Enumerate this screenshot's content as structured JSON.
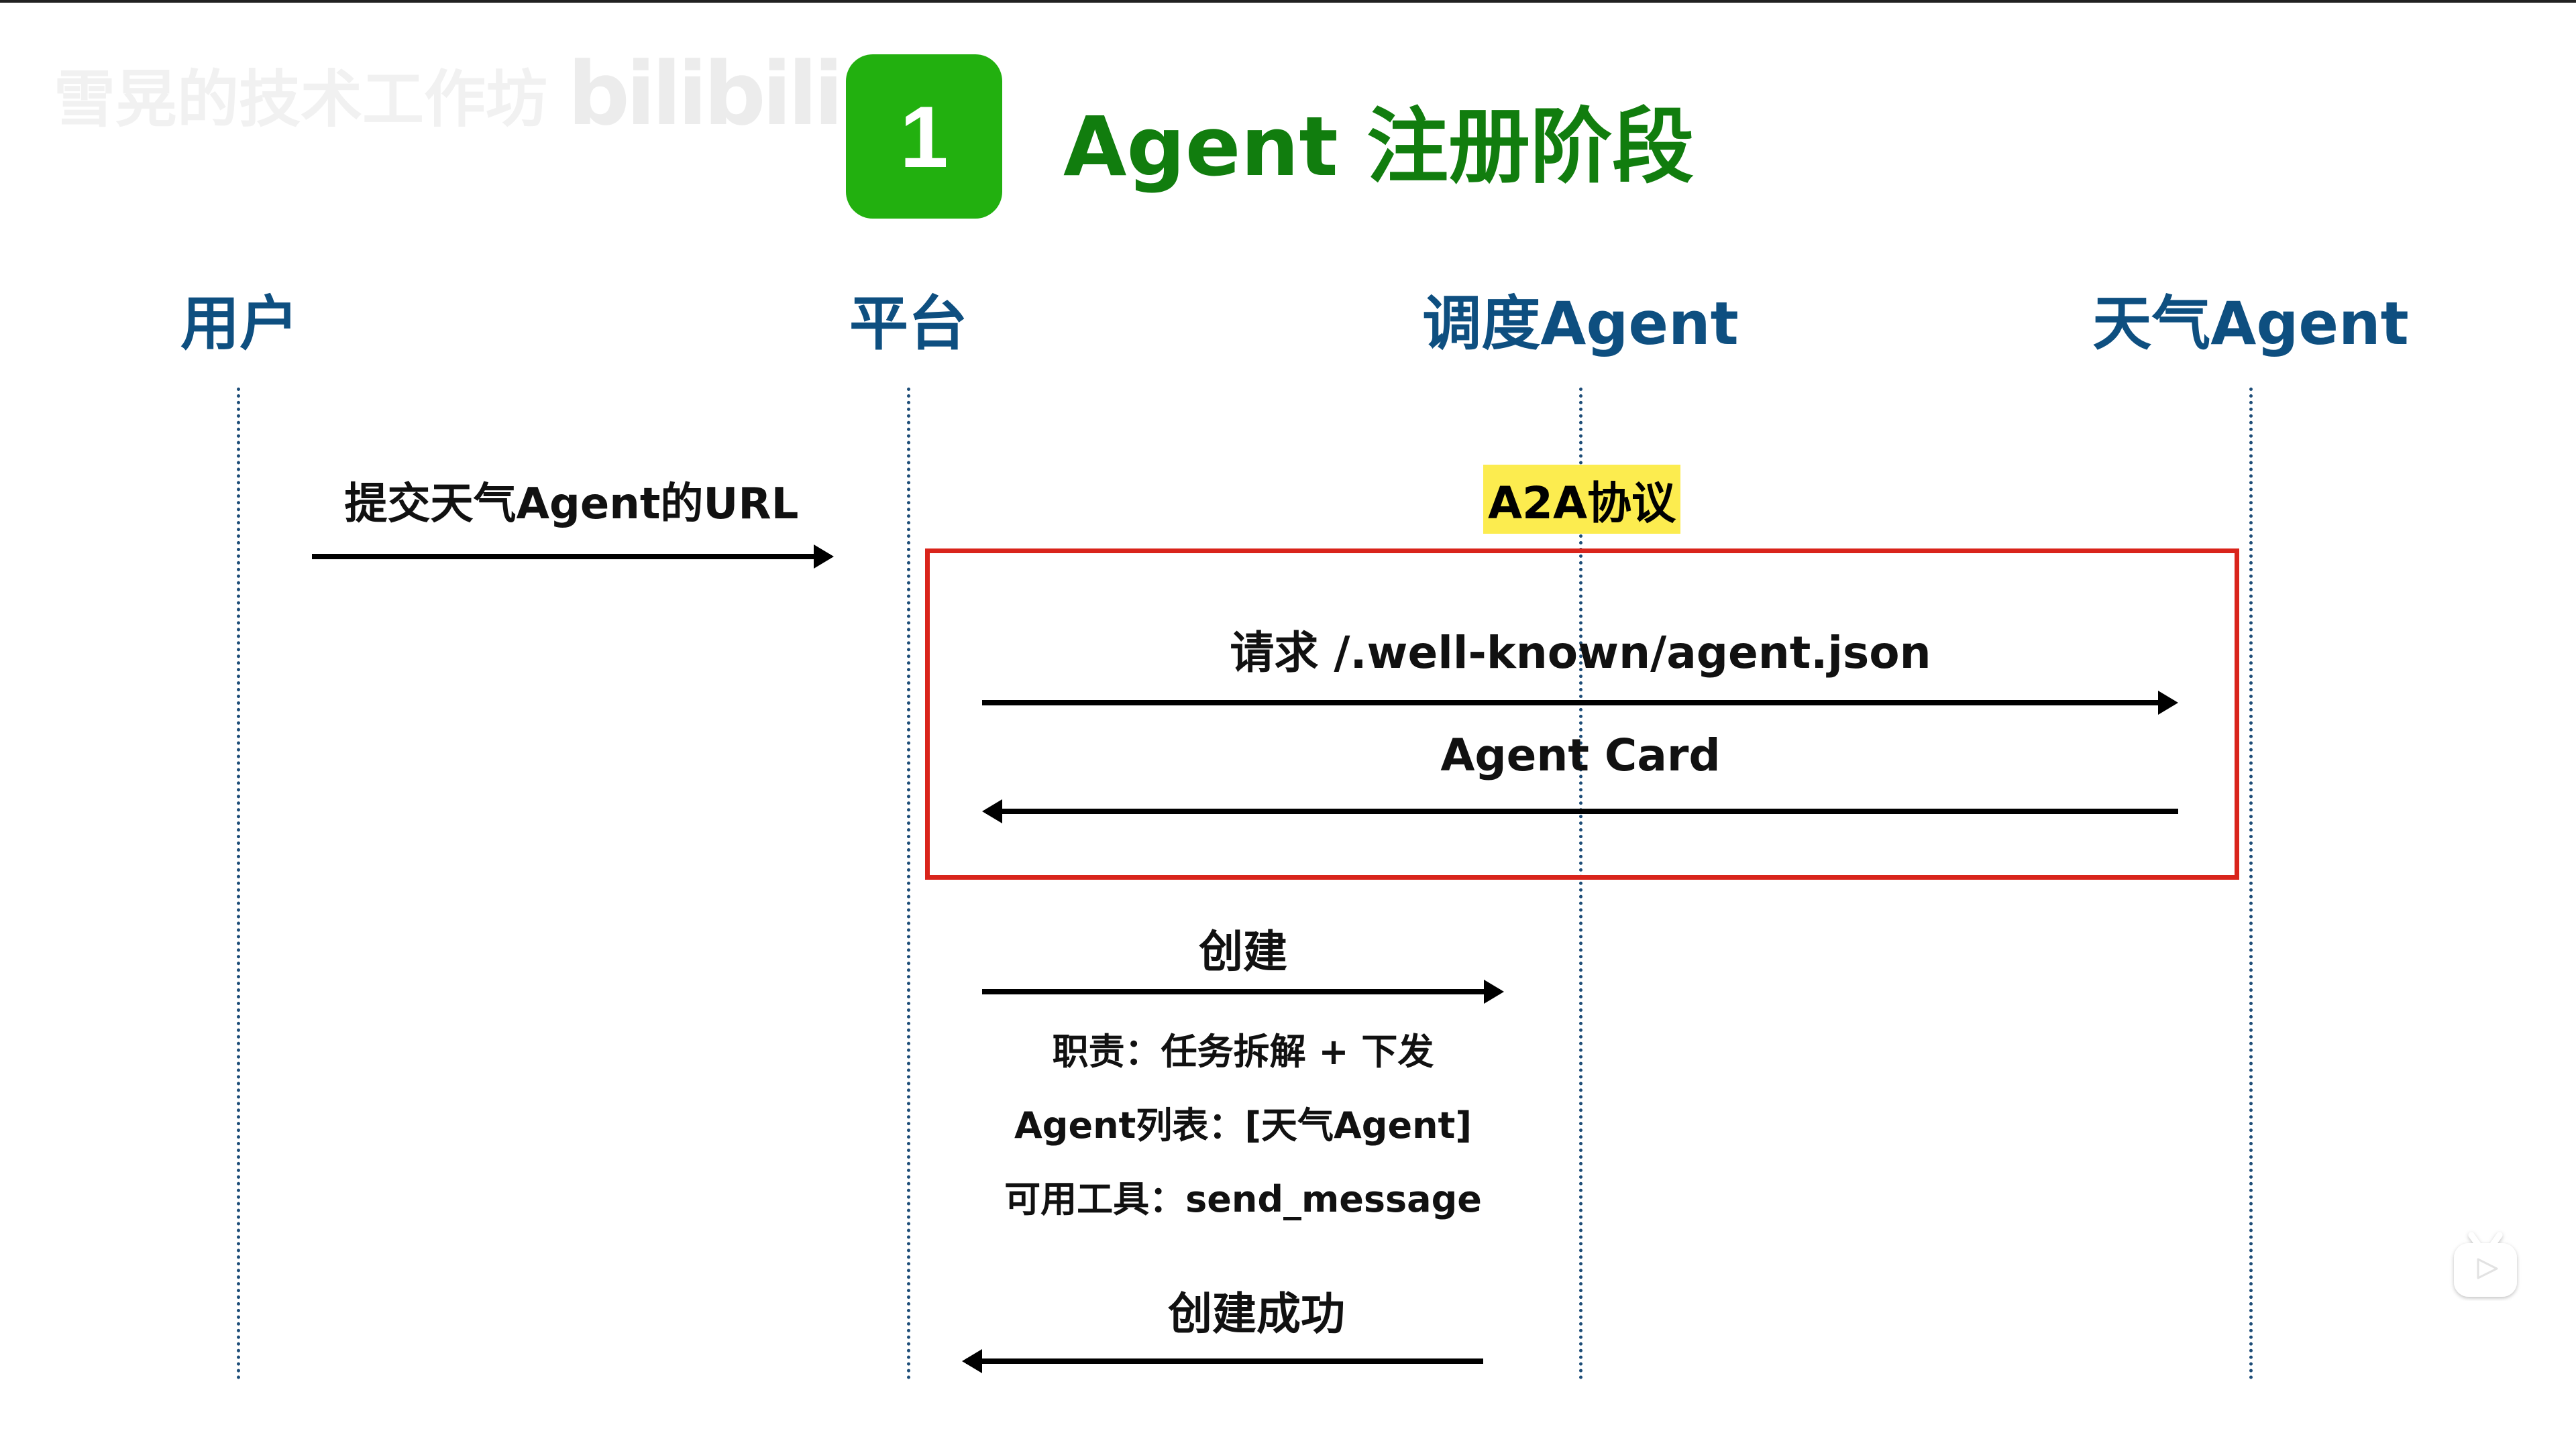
{
  "watermark": {
    "channel_text": "雪晃的技术工作坊",
    "platform_logo_text": "bilibili"
  },
  "header": {
    "step_number": "1",
    "title": "Agent 注册阶段",
    "colors": {
      "badge_bg": "#22b00f",
      "title_text": "#117d0e"
    }
  },
  "actors": [
    {
      "id": "user",
      "label": "用户"
    },
    {
      "id": "platform",
      "label": "平台"
    },
    {
      "id": "dispatcher",
      "label": "调度Agent"
    },
    {
      "id": "weather",
      "label": "天气Agent"
    }
  ],
  "protocol_tag": {
    "label": "A2A协议",
    "color": "#fcec4f"
  },
  "a2a_box": {
    "border_color": "#d9241b"
  },
  "messages": [
    {
      "from": "用户",
      "to": "平台",
      "label": "提交天气Agent的URL",
      "direction": "right"
    },
    {
      "from": "平台",
      "to": "天气Agent",
      "label": "请求 /.well-known/agent.json",
      "direction": "right"
    },
    {
      "from": "天气Agent",
      "to": "平台",
      "label": "Agent Card",
      "direction": "left"
    },
    {
      "from": "平台",
      "to": "调度Agent",
      "label": "创建",
      "direction": "right",
      "details": [
        "职责：任务拆解 + 下发",
        "Agent列表：[天气Agent]",
        "可用工具：send_message"
      ]
    },
    {
      "from": "调度Agent",
      "to": "平台",
      "label": "创建成功",
      "direction": "left"
    }
  ],
  "overlay": {
    "icon": "bilibili-tv-play-icon"
  }
}
